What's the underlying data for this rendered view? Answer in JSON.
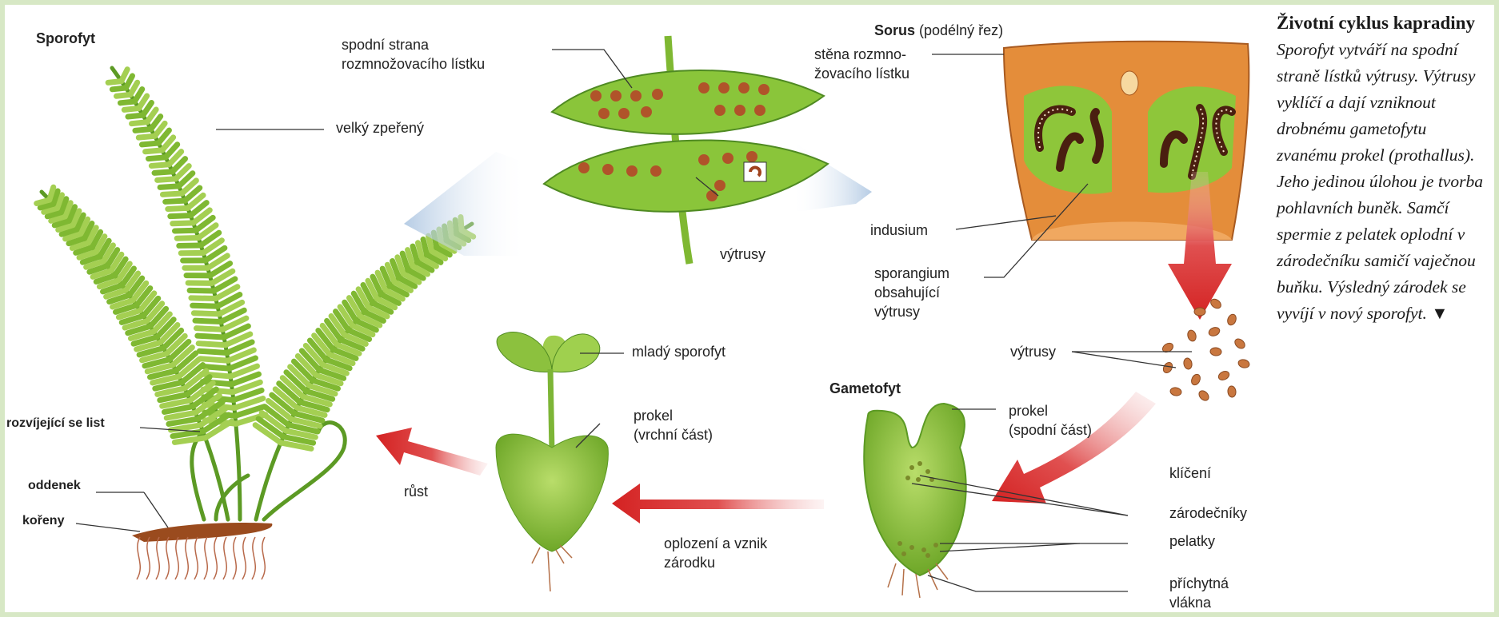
{
  "labels": {
    "sporofyt": "Sporofyt",
    "velky_zpereny": "velký zpeřený",
    "rozvijejici": "rozvíjející se list",
    "oddenek": "oddenek",
    "koreny": "kořeny",
    "spodni_strana": "spodní strana\nrozmnožovacího lístku",
    "vytrusy_leaf": "výtrusy",
    "sorus_title": "Sorus",
    "sorus_sub": "(podélný řez)",
    "stena": "stěna rozmno-\nžovacího lístku",
    "indusium": "indusium",
    "sporangium": "sporangium\nobsahující\nvýtrusy",
    "vytrusy_spores": "výtrusy",
    "mlady": "mladý sporofyt",
    "prokel_vrchni": "prokel\n(vrchní část)",
    "rust": "růst",
    "oplozeni": "oplození a vznik\nzárodku",
    "gametofyt": "Gametofyt",
    "prokel_spodni": "prokel\n(spodní část)",
    "kliceni": "klíčení",
    "zarodecniky": "zárodečníky",
    "pelatky": "pelatky",
    "prichytna": "příchytná\nvlákna"
  },
  "sidebar": {
    "title": "Životní cyklus kapradiny",
    "body": "Sporofyt vytváří na spodní straně lístků výtrusy. Výtrusy vyklíčí a dají vzniknout drobnému gametofytu zvanému prokel (prothallus). Jeho jedinou úlohou je tvorba pohlavních buněk. Samčí spermie z pelatek oplodní v zárodečníku samičí vaječnou buňku. Výsledný zárodek se vyvíjí v nový sporofyt.",
    "marker": "▼"
  },
  "colors": {
    "leaf": "#7fb832",
    "leaf_dark": "#4f8a22",
    "arrow": "#d92b2b",
    "sorus": "#e08a34",
    "spore": "#c9773f",
    "frame": "#d7e8c5"
  }
}
